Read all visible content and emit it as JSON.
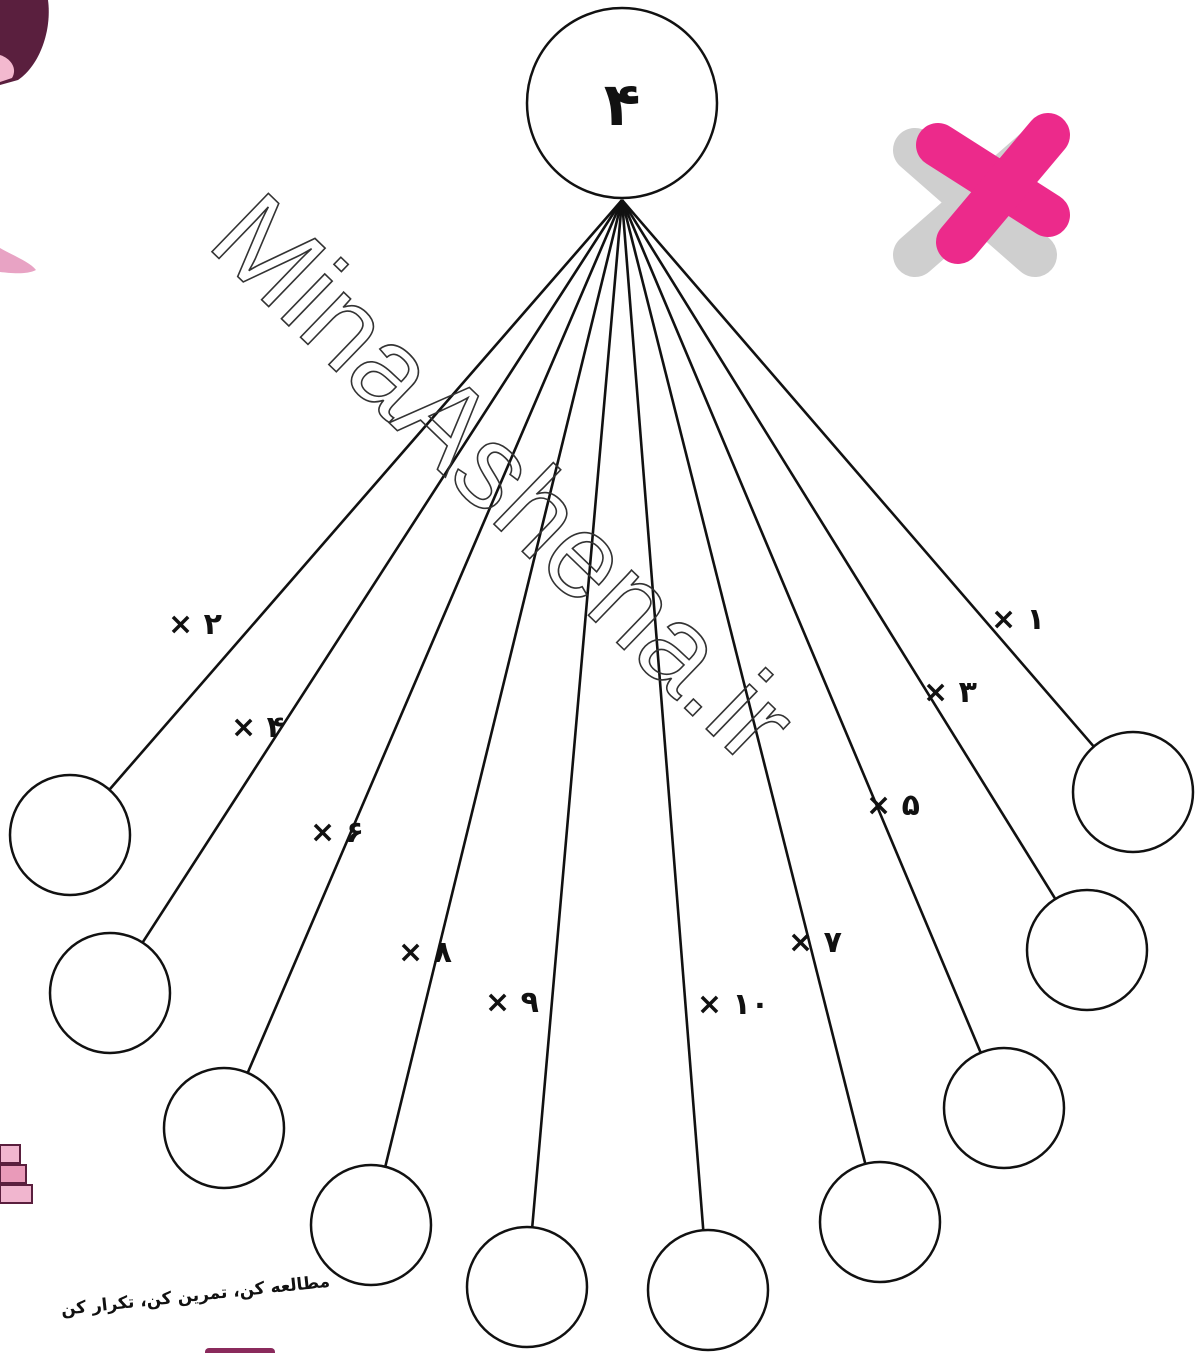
{
  "center": {
    "value": "۴"
  },
  "operator": {
    "symbol": "×",
    "icon": "multiply-icon",
    "color": "#ec2a8b",
    "shadow": "#cfcfcf"
  },
  "branches": [
    {
      "label": "× ۲"
    },
    {
      "label": "× ۴"
    },
    {
      "label": "× ۶"
    },
    {
      "label": "× ۸"
    },
    {
      "label": "× ۹"
    },
    {
      "label": "× ۱۰"
    },
    {
      "label": "× ۷"
    },
    {
      "label": "× ۵"
    },
    {
      "label": "× ۳"
    },
    {
      "label": "× ۱"
    }
  ],
  "watermark": "MinaAshena.ir",
  "footer": {
    "slogan": "مطالعه کن، تمرین کن، تکرار کن"
  },
  "colors": {
    "line": "#111111",
    "decor_pink": "#e8a3c4"
  }
}
